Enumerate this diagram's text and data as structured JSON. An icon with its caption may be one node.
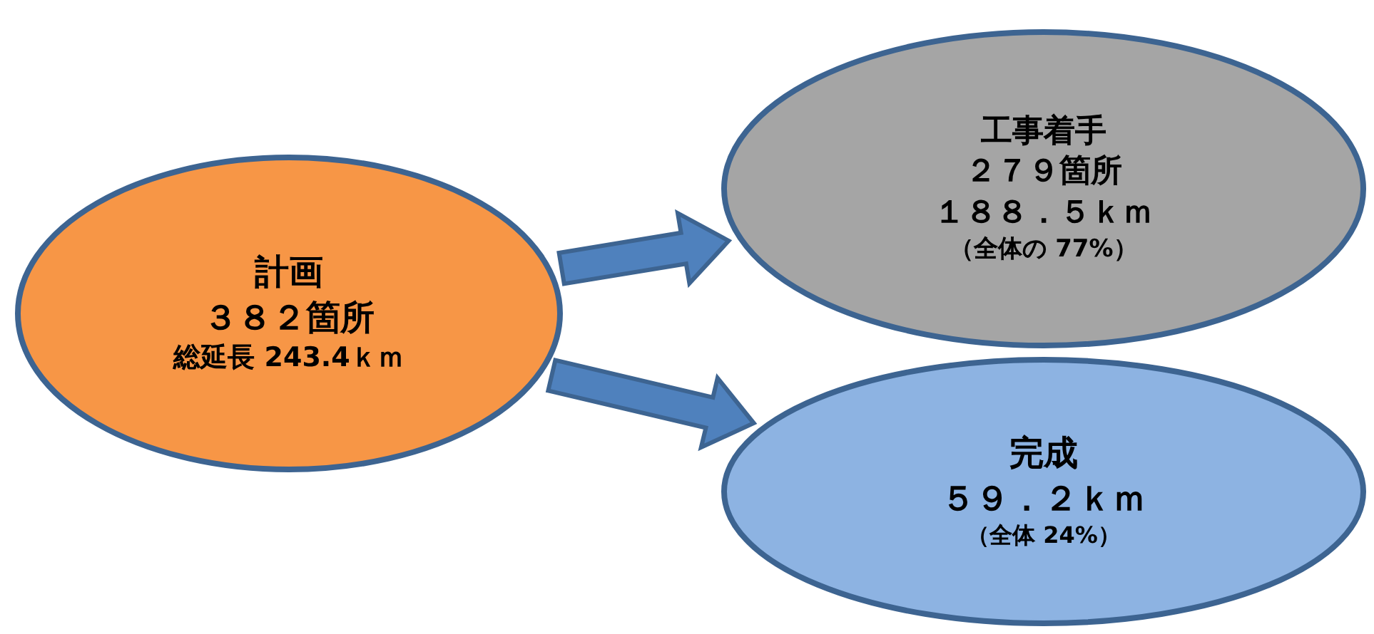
{
  "diagram": {
    "nodes": [
      {
        "text": [
          "計画",
          "３８２箇所",
          "総延長 243.4ｋｍ"
        ]
      },
      {
        "text": [
          "工事着手",
          "２７９箇所",
          "１８８．５ｋｍ",
          "（全体の 77%）"
        ]
      },
      {
        "text": [
          "完成",
          "５９．２ｋｍ",
          "（全体 24%）"
        ]
      }
    ],
    "edges": [
      {
        "from": 0,
        "to": 1,
        "arrow": "to"
      },
      {
        "from": 0,
        "to": 2,
        "arrow": "to"
      }
    ]
  }
}
